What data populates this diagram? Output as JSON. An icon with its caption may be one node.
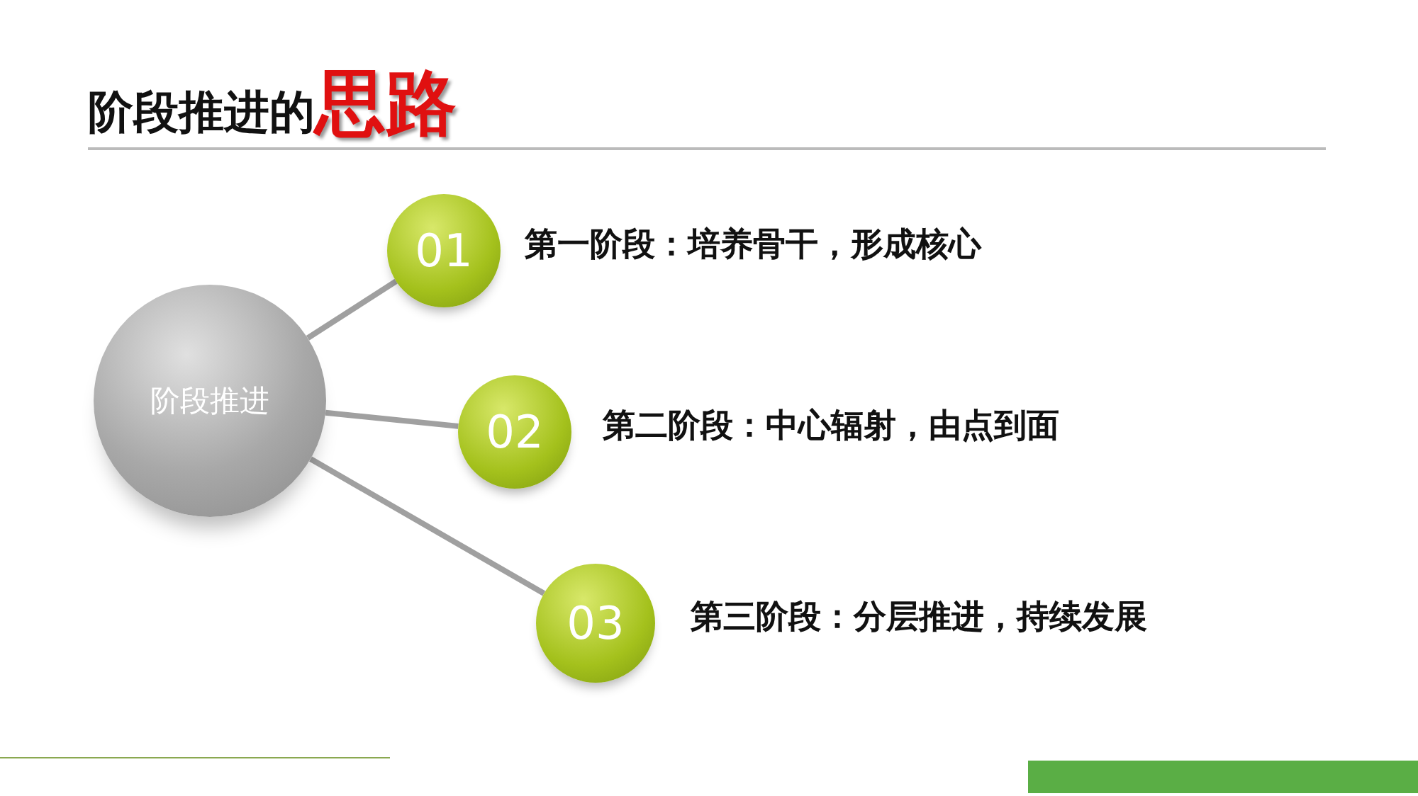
{
  "diagram": {
    "title": "阶段推进的**思路**",
    "nodes": [
      {
        "text": [
          "阶段推进"
        ]
      },
      {
        "text": [
          "01"
        ],
        "beside": [
          "第一阶段：培养骨干，形成核心"
        ]
      },
      {
        "text": [
          "02"
        ],
        "beside": [
          "第二阶段：中心辐射，由点到面"
        ]
      },
      {
        "text": [
          "03"
        ],
        "beside": [
          "第三阶段：分层推进，持续发展"
        ]
      }
    ],
    "edges": [
      {
        "from": 0,
        "to": 1,
        "arrow": "none"
      },
      {
        "from": 0,
        "to": 2,
        "arrow": "none"
      },
      {
        "from": 0,
        "to": 3,
        "arrow": "none"
      }
    ]
  }
}
